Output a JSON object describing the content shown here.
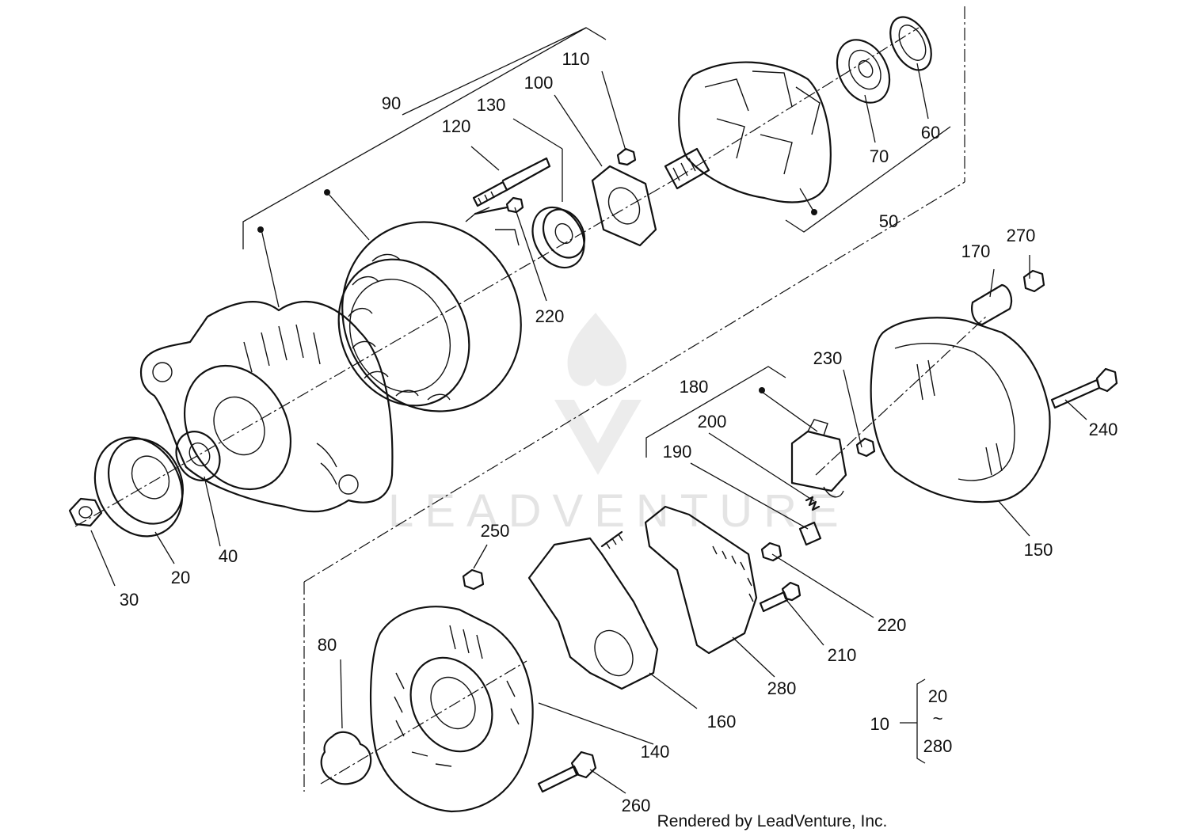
{
  "watermark": {
    "text": "LEADVENTURE"
  },
  "footer": {
    "text": "Rendered by LeadVenture, Inc."
  },
  "callouts": {
    "c10": "10",
    "c20": "20",
    "c30": "30",
    "c40": "40",
    "c50": "50",
    "c60": "60",
    "c70": "70",
    "c80": "80",
    "c90": "90",
    "c100": "100",
    "c110": "110",
    "c120": "120",
    "c130": "130",
    "c140": "140",
    "c150": "150",
    "c160": "160",
    "c170": "170",
    "c180": "180",
    "c190": "190",
    "c200": "200",
    "c210": "210",
    "c220a": "220",
    "c220b": "220",
    "c230": "230",
    "c240": "240",
    "c250": "250",
    "c260": "260",
    "c270": "270",
    "c280": "280"
  },
  "range_note": {
    "from": "20",
    "sep": "~",
    "to": "280"
  }
}
